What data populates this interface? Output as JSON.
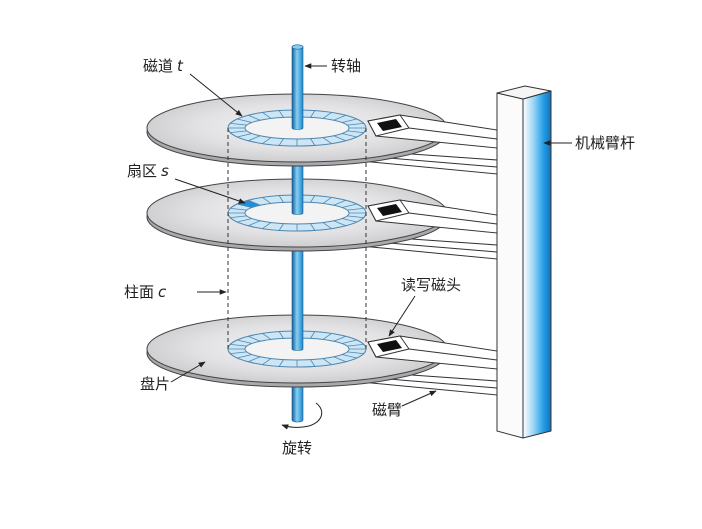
{
  "labels": {
    "track": {
      "text": "磁道",
      "variable": "t"
    },
    "spindle": "转轴",
    "arm_assembly": "机械臂杆",
    "sector": {
      "text": "扇区",
      "variable": "s"
    },
    "cylinder": {
      "text": "柱面",
      "variable": "c"
    },
    "read_write_head": "读写磁头",
    "platter": "盘片",
    "arm": "磁臂",
    "rotation": "旋转"
  },
  "colors": {
    "spindle": "#1f86cc",
    "spindle_highlight": "#86d0f4",
    "spindle_dark": "#155e98",
    "track": "#cde6f6",
    "track_outline": "#4f86ae",
    "sector": "#1f90d8",
    "platter_light": "#f3f3f4",
    "platter_dark": "#cbcbce",
    "head": "#111111",
    "arm_assembly_front": "#1e9be6"
  }
}
